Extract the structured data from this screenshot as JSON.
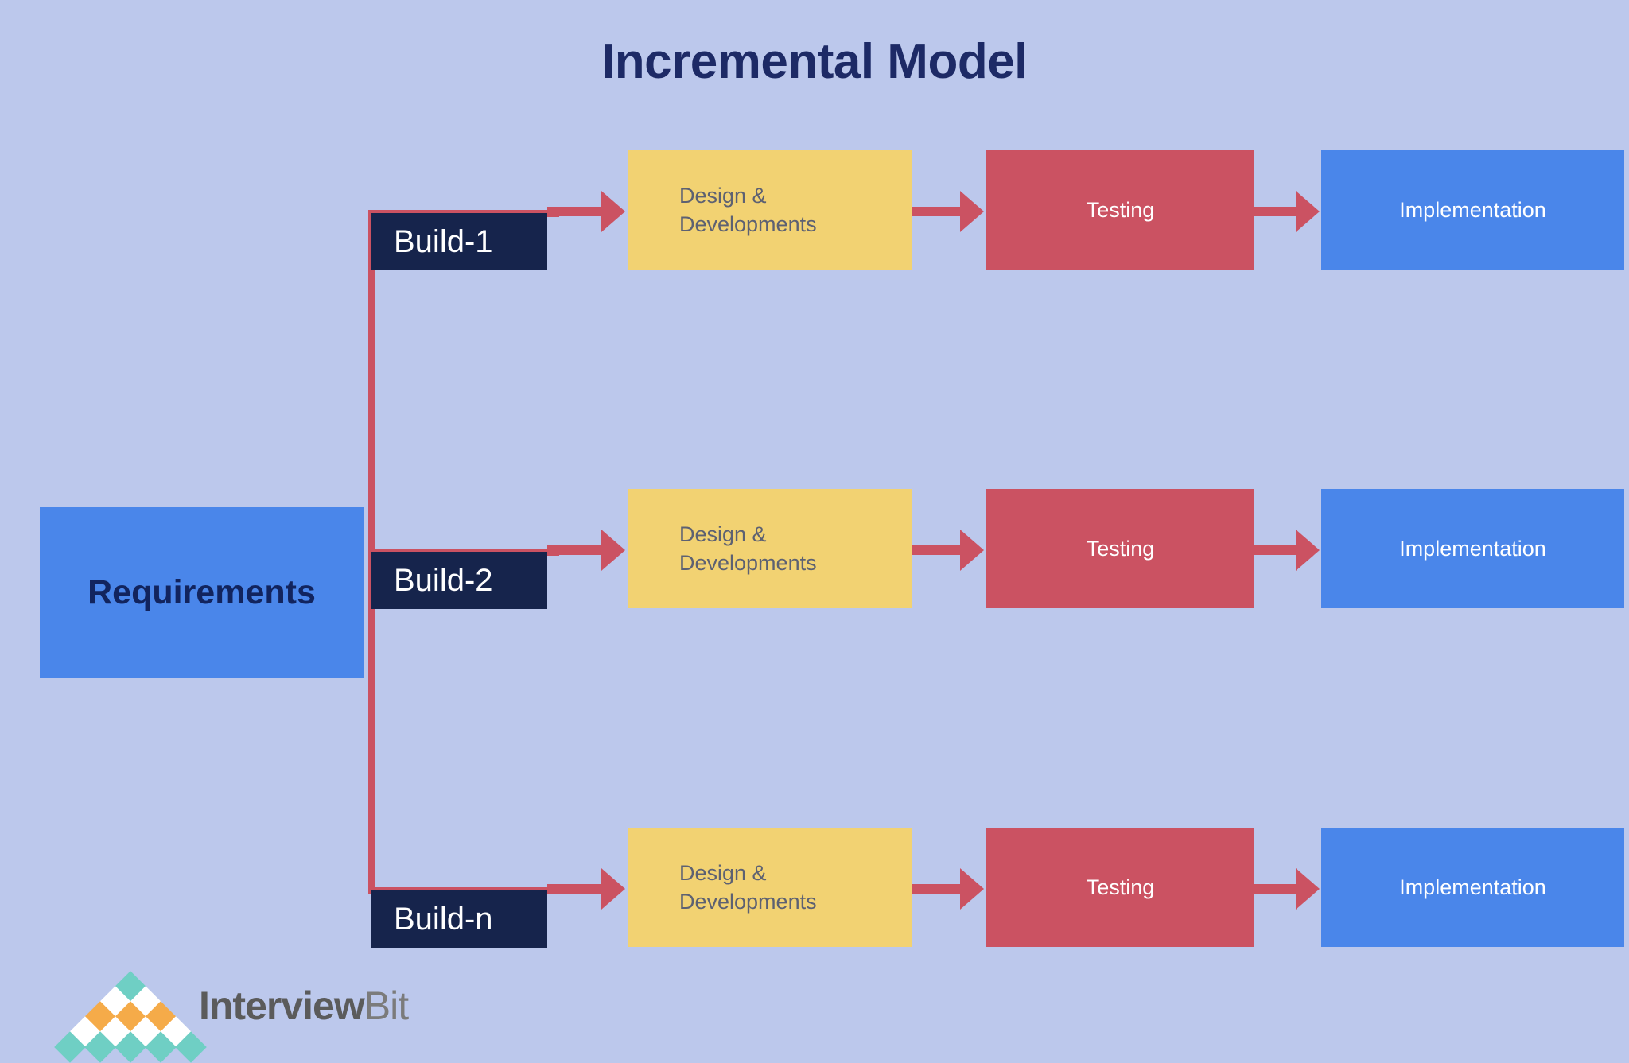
{
  "page": {
    "title": "Incremental Model",
    "background_color": "#bcc8ec"
  },
  "colors": {
    "title_navy": "#1d2a66",
    "build_navy": "#16244c",
    "blue": "#4a86ea",
    "yellow": "#f2d272",
    "red": "#cb5262",
    "design_text": "#5d6172"
  },
  "diagram": {
    "start_node": {
      "label": "Requirements"
    },
    "rows": [
      {
        "build": {
          "label": "Build-1"
        },
        "stages": [
          {
            "label": "Design &\nDevelopments"
          },
          {
            "label": "Testing"
          },
          {
            "label": "Implementation"
          }
        ]
      },
      {
        "build": {
          "label": "Build-2"
        },
        "stages": [
          {
            "label": "Design &\nDevelopments"
          },
          {
            "label": "Testing"
          },
          {
            "label": "Implementation"
          }
        ]
      },
      {
        "build": {
          "label": "Build-n"
        },
        "stages": [
          {
            "label": "Design &\nDevelopments"
          },
          {
            "label": "Testing"
          },
          {
            "label": "Implementation"
          }
        ]
      }
    ]
  },
  "logo": {
    "name_bold": "Interview",
    "name_light": "Bit"
  }
}
